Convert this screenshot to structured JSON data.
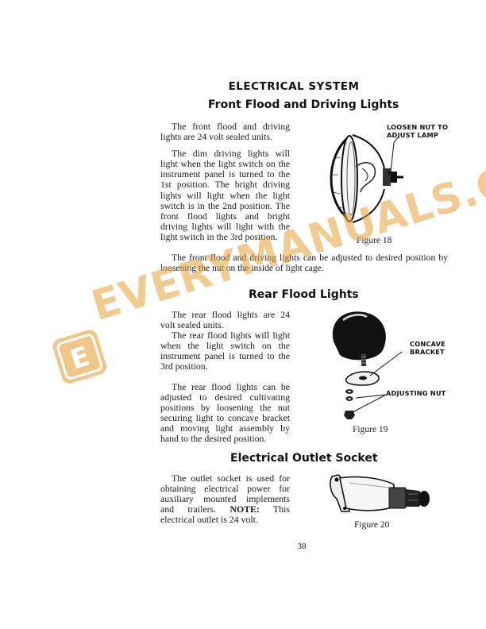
{
  "header": {
    "title": "ELECTRICAL SYSTEM"
  },
  "sections": {
    "front": {
      "title": "Front Flood and Driving Lights",
      "para1": "The front flood and driving lights are 24 volt sealed units.",
      "para2": "The dim driving lights will light when the light switch on the instrument panel is turned to the 1st position. The bright driving lights will light when the light switch is in the 2nd position. The front flood lights and bright driving lights will light with the light switch in the 3rd position.",
      "para3": "The front flood and driving lights can be adjusted to desired position by loosening the nut on the inside of light cage.",
      "callout_line1": "LOOSEN NUT TO",
      "callout_line2": "ADJUST LAMP",
      "caption": "Figure 18"
    },
    "rear": {
      "title": "Rear Flood Lights",
      "para1": "The rear flood lights are 24 volt sealed units.",
      "para2": "The rear flood lights will light when the light switch on the instrument panel is turned to the 3rd position.",
      "para3": "The rear flood lights can be adjusted to desired cultivating positions by loosening the nut securing light to concave bracket and moving light assembly by hand to the desired position.",
      "callout_bracket_line1": "CONCAVE",
      "callout_bracket_line2": "BRACKET",
      "callout_nut": "ADJUSTING NUT",
      "caption": "Figure 19"
    },
    "outlet": {
      "title": "Electrical Outlet Socket",
      "para1_main": "The outlet socket is used for obtaining electrical power for auxiliary mounted implements and trailers.",
      "para1_note_label": "NOTE:",
      "para1_note": "This electrical outlet is 24 volt.",
      "caption": "Figure 20"
    }
  },
  "footer": {
    "page_number": "38"
  },
  "watermark": {
    "text": "EVERYMANUALS.COM",
    "logo_letter": "E"
  },
  "colors": {
    "ink": "#111111",
    "watermark": "#e6a33a"
  }
}
